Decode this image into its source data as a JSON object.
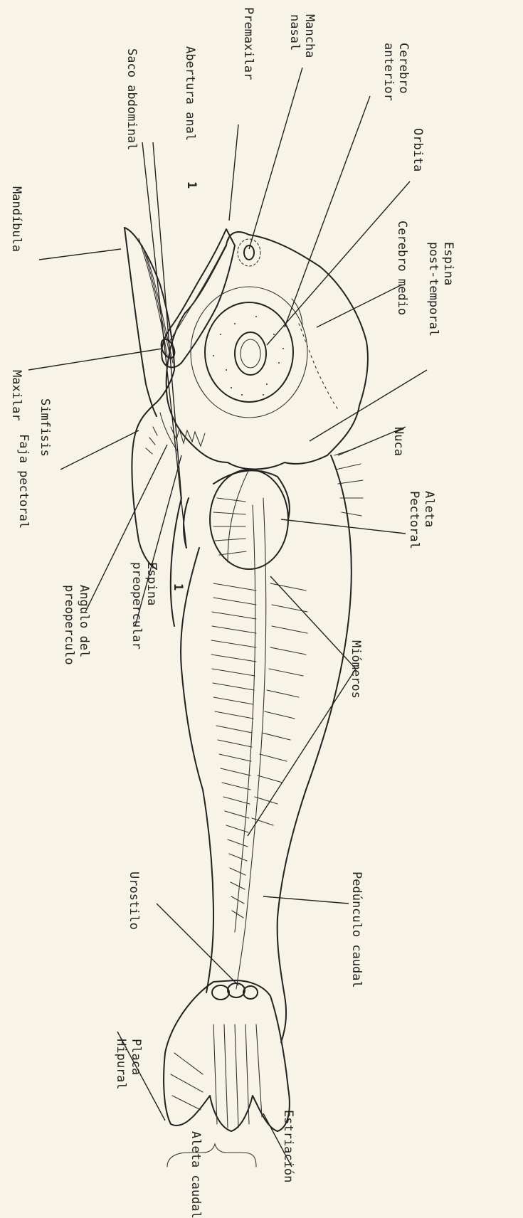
{
  "diagram": {
    "labels": {
      "mancha_nasal": "Mancha\nnasal",
      "cerebro_anterior": "Cerebro\nanterior",
      "premaxilar": "Premaxilar",
      "orbita": "Orbita",
      "abertura_anal": "Abertura anal",
      "abertura_anal_mark": "1",
      "saco_abdominal": "Saco abdominal",
      "cerebro_medio": "Cerebro medio",
      "espina_post_temporal": "Espina\npost-temporal",
      "mandibula": "Mandíbula",
      "maxilar": "Maxilar",
      "nuca": "Nuca",
      "simfisis": "Simfisis",
      "faja_pectoral": "Faja pectoral",
      "aleta_pectoral": "Aleta\nPectoral",
      "anal_marker": "1",
      "espina_preopercular": "Espina\npreopercular",
      "angulo_preoperculo": "Angulo del\npreoperculo",
      "miomeros": "Miómeros",
      "urostilo": "Urostilo",
      "pedunculo_caudal": "Pedúnculo caudal",
      "placa_hipural": "Placa\nHipural",
      "estriacion": "Estriación",
      "aleta_caudal": "Aleta caudal"
    },
    "colors": {
      "paper": "#f7f3e6",
      "ink": "#222222"
    }
  }
}
